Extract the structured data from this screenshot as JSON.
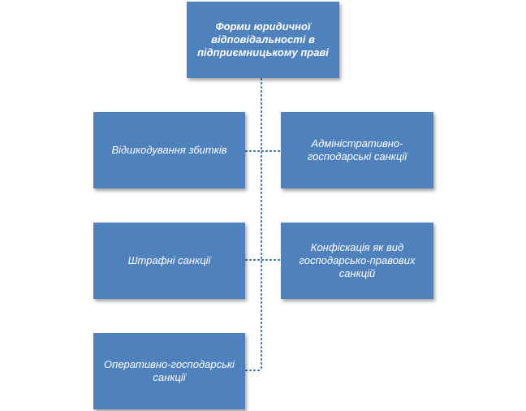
{
  "diagram": {
    "colors": {
      "box_fill": "#4f81bd",
      "box_text": "#ffffff",
      "connector": "#4f81bd"
    },
    "root": {
      "label": "Форми юридичної відповідальності  в підприємницькому праві"
    },
    "children": {
      "damages": "Відшкодування збитків",
      "admin_sanctions": "Адміністративно-господарські санкції",
      "penalty_sanctions": "Штрафні санкції",
      "confiscation": "Конфіскація як вид господарсько-правових санкцій",
      "operational_sanctions": "Оперативно-господарські санкції"
    }
  }
}
